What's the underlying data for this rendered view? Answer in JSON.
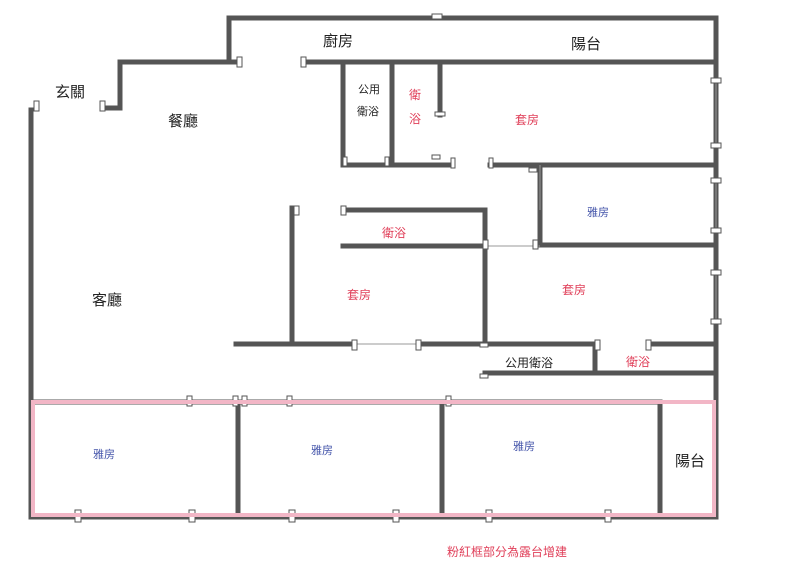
{
  "title": "Floor plan",
  "rooms": {
    "entrance": "玄關",
    "dining": "餐廳",
    "kitchen": "廚房",
    "balcony_top": "陽台",
    "public_bath_top": "公用\n衛浴",
    "public_bath_top_line1": "公用",
    "public_bath_top_line2": "衛浴",
    "bath_top_line1": "衛",
    "bath_top_line2": "浴",
    "suite_top": "套房",
    "room_right": "雅房",
    "bath_middle": "衛浴",
    "living": "客廳",
    "suite_middle": "套房",
    "suite_right": "套房",
    "public_bath_bottom": "公用衛浴",
    "bath_bottom_right": "衛浴",
    "room_bottom_1": "雅房",
    "room_bottom_2": "雅房",
    "room_bottom_3": "雅房",
    "balcony_bottom": "陽台"
  },
  "note": "粉紅框部分為露台增建",
  "colors": {
    "wall": "#555555",
    "highlight": "#f2b6c6",
    "red_label": "#e0405a",
    "blue_label": "#4455aa"
  }
}
